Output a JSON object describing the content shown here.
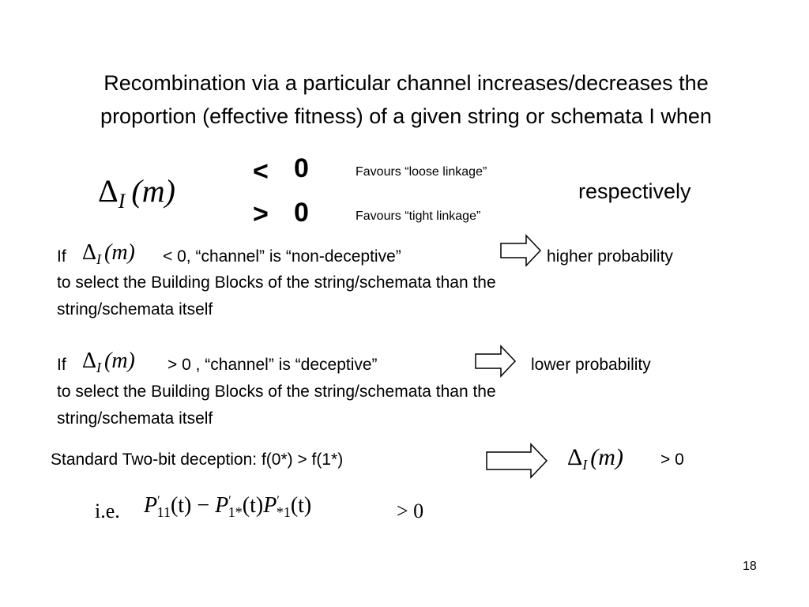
{
  "heading": {
    "line1": "Recombination via a particular channel increases/decreases the",
    "line2": "proportion (effective fitness) of a given string or schemata I when"
  },
  "delta_symbol": {
    "delta": "Δ",
    "subscript": "I",
    "arg": "(m)"
  },
  "conditions": {
    "less": {
      "op": "<",
      "value": "0",
      "label": "Favours “loose linkage”"
    },
    "greater": {
      "op": ">",
      "value": "0",
      "label": "Favours “tight linkage”"
    },
    "respectively": "respectively"
  },
  "case_nondeceptive": {
    "if": "If",
    "condition": "< 0, “channel” is “non-deceptive”",
    "result": "higher probability",
    "line2": "to select the Building Blocks of the string/schemata than the",
    "line3": "string/schemata itself"
  },
  "case_deceptive": {
    "if": "If",
    "condition": "> 0 ,  “channel” is “deceptive”",
    "result": "lower probability",
    "line2": "to select the Building Blocks of the string/schemata than the",
    "line3": "string/schemata itself"
  },
  "standard": {
    "text": "Standard Two-bit deception:  f(0*) > f(1*)",
    "result": "> 0"
  },
  "ie": {
    "label": "i.e.",
    "expr_p": "P",
    "expr_sub1": "11",
    "expr_t": "(t) − ",
    "expr_sub2": "1*",
    "expr_sub3": "*1",
    "result": "> 0"
  },
  "page_number": "18",
  "icons": {
    "implication_arrow": "block-right-arrow-icon"
  }
}
